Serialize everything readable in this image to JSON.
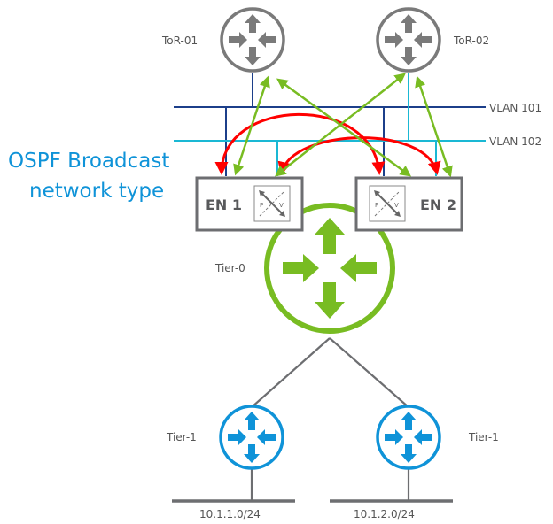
{
  "title": {
    "line1": "OSPF Broadcast",
    "line2": "network type"
  },
  "colors": {
    "tor": "#7a7a7a",
    "tier0": "#78bc22",
    "tier1": "#0f93d8",
    "vlan101": "#1c3f8a",
    "vlan102": "#1ab8d4",
    "ospf_adjacency": "#ff0000",
    "bgp_peering": "#78bc22",
    "edge_box": "#6d6e71",
    "link": "#6d6e71",
    "title": "#0f93d8"
  },
  "routers": {
    "tor1": {
      "label": "ToR-01",
      "icon": "router-icon"
    },
    "tor2": {
      "label": "ToR-02",
      "icon": "router-icon"
    },
    "tier0": {
      "label": "Tier-0",
      "icon": "router-icon"
    },
    "tier1_left": {
      "label": "Tier-1",
      "icon": "router-icon"
    },
    "tier1_right": {
      "label": "Tier-1",
      "icon": "router-icon"
    }
  },
  "edge_nodes": [
    {
      "label": "EN 1",
      "switch_icon": "pv-switch-icon",
      "p": "P",
      "v": "V"
    },
    {
      "label": "EN 2",
      "switch_icon": "pv-switch-icon",
      "p": "P",
      "v": "V"
    }
  ],
  "vlans": [
    {
      "label": "VLAN 101"
    },
    {
      "label": "VLAN 102"
    }
  ],
  "subnets": [
    {
      "label": "10.1.1.0/24"
    },
    {
      "label": "10.1.2.0/24"
    }
  ]
}
